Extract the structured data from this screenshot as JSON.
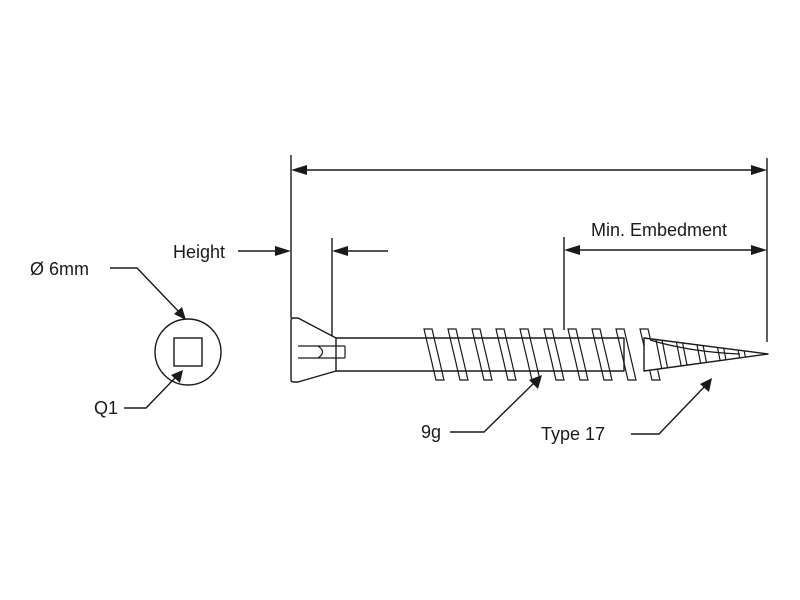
{
  "diagram": {
    "labels": {
      "drive_diameter": "Ø 6mm",
      "drive_type": "Q1",
      "height": "Height",
      "min_embedment": "Min. Embedment",
      "gauge": "9g",
      "point_type": "Type 17"
    },
    "line_color": "#1a1a1a",
    "background": "#ffffff"
  }
}
